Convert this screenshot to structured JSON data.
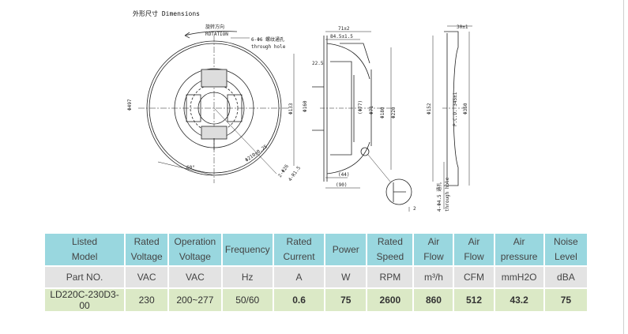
{
  "drawing": {
    "title": "外形尺寸 Dimensions",
    "rotation_cn": "旋转方向",
    "rotation_en": "ROTATION",
    "hole_note_cn": "6-Φ6 螺纹通孔",
    "hole_note_en": "through hole",
    "dims": {
      "d_outer": "Φ497",
      "d_bolt": "Φ210±0.25",
      "angle": "60°",
      "h71": "71±2",
      "h84": "84.5±1.5",
      "d133": "Φ133",
      "d160": "Φ160",
      "d71": "Φ71",
      "d180": "Φ180",
      "d220": "Φ220",
      "d77": "(Φ77)",
      "r22": "22.5",
      "w44": "(44)",
      "w90": "(90)",
      "th26": "2-Φ26",
      "th4": "4-R1.5",
      "w30": "30±1",
      "d152": "Φ152",
      "d345": "P.C.D. 345±1",
      "d350": "Φ350",
      "hole_side": "4-Φ4.5 通孔",
      "hole_side_en": "through hole",
      "t2": "2"
    }
  },
  "table": {
    "headers": [
      [
        "Listed",
        "Model"
      ],
      [
        "Rated",
        "Voltage"
      ],
      [
        "Operation",
        "Voltage"
      ],
      [
        "Frequency"
      ],
      [
        "Rated",
        "Current"
      ],
      [
        "Power"
      ],
      [
        "Rated",
        "Speed"
      ],
      [
        "Air",
        "Flow"
      ],
      [
        "Air",
        "Flow"
      ],
      [
        "Air",
        "pressure"
      ],
      [
        "Noise",
        "Level"
      ]
    ],
    "units": [
      "Part NO.",
      "VAC",
      "VAC",
      "Hz",
      "A",
      "W",
      "RPM",
      "m³/h",
      "CFM",
      "mmH2O",
      "dBA"
    ],
    "values": [
      "LD220C-230D3-00",
      "230",
      "200~277",
      "50/60",
      "0.6",
      "75",
      "2600",
      "860",
      "512",
      "43.2",
      "75"
    ]
  }
}
